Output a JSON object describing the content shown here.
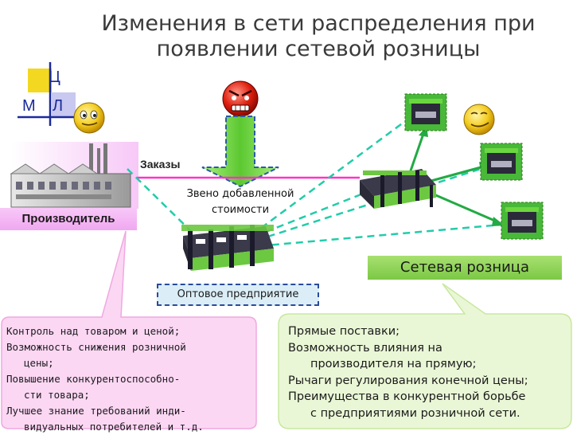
{
  "title": {
    "line1": "Изменения в сети распределения при",
    "line2": "появлении сетевой розницы"
  },
  "legend": {
    "c": "Ц",
    "m": "М",
    "l": "Л"
  },
  "labels": {
    "producer": "Производитель",
    "orders": "Заказы",
    "value_chain_line1": "Звено добавленной",
    "value_chain_line2": "стоимости",
    "retail_chain": "Сетевая розница",
    "wholesale": "Оптовое предприятие"
  },
  "left_callout": [
    "Контроль над товаром и ценой;",
    "Возможность снижения розничной",
    "цены;",
    "Повышение конкурентоспособно-",
    "сти товара;",
    "Лучшее знание требований инди-",
    "видуальных потребителей и т.д."
  ],
  "right_callout": [
    "Прямые поставки;",
    "Возможность влияния на",
    "производителя на прямую;",
    "Рычаги регулирования конечной цены;",
    "Преимущества в конкурентной борьбе",
    "с предприятиями розничной сети."
  ],
  "colors": {
    "arrow_green": "#6cd640",
    "dashed_teal": "#22ccaa",
    "orders_line": "#ff33cc",
    "retail_label": "#8fd35a",
    "producer_label": "#f4b8f4",
    "left_callout_bg": "#fbd7f4",
    "right_callout_bg": "#eaf7d6"
  },
  "icons": [
    "factory-icon",
    "smiley-icon",
    "angry-smiley-icon",
    "store-icon",
    "warehouse-icon"
  ]
}
